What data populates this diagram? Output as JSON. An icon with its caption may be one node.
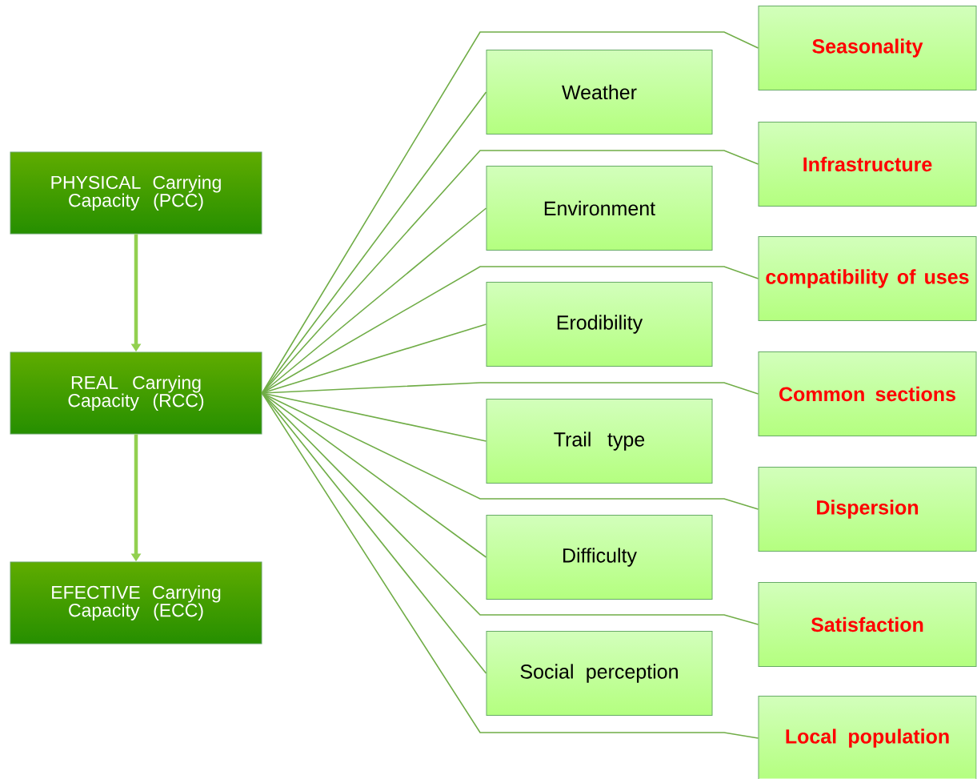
{
  "diagram": {
    "nodes": [
      {
        "text": [
          "PHYSICAL Carrying Capacity (PCC)"
        ]
      },
      {
        "text": [
          "REAL Carrying Capacity (RCC)"
        ]
      },
      {
        "text": [
          "EFECTIVE Carrying Capacity (ECC)"
        ]
      },
      {
        "text": [
          "Weather"
        ]
      },
      {
        "text": [
          "Environment"
        ]
      },
      {
        "text": [
          "Erodibility"
        ]
      },
      {
        "text": [
          "Trail type"
        ]
      },
      {
        "text": [
          "Difficulty"
        ]
      },
      {
        "text": [
          "Social perception"
        ]
      },
      {
        "text": [
          "Seasonality"
        ]
      },
      {
        "text": [
          "Infrastructure"
        ]
      },
      {
        "text": [
          "compatibility of uses"
        ]
      },
      {
        "text": [
          "Common sections"
        ]
      },
      {
        "text": [
          "Dispersion"
        ]
      },
      {
        "text": [
          "Satisfaction"
        ]
      },
      {
        "text": [
          "Local population"
        ]
      }
    ],
    "edges": [
      {
        "from": 0,
        "to": 1,
        "arrow": "to",
        "style": "thick",
        "color": "#92d050"
      },
      {
        "from": 1,
        "to": 2,
        "arrow": "to",
        "style": "thick",
        "color": "#92d050"
      },
      {
        "from": 1,
        "to": 3,
        "arrow": "none"
      },
      {
        "from": 1,
        "to": 4,
        "arrow": "none"
      },
      {
        "from": 1,
        "to": 5,
        "arrow": "none"
      },
      {
        "from": 1,
        "to": 6,
        "arrow": "none"
      },
      {
        "from": 1,
        "to": 7,
        "arrow": "none"
      },
      {
        "from": 1,
        "to": 8,
        "arrow": "none"
      },
      {
        "from": 1,
        "to": 9,
        "arrow": "none"
      },
      {
        "from": 1,
        "to": 10,
        "arrow": "none"
      },
      {
        "from": 1,
        "to": 11,
        "arrow": "none"
      },
      {
        "from": 1,
        "to": 12,
        "arrow": "none"
      },
      {
        "from": 1,
        "to": 13,
        "arrow": "none"
      },
      {
        "from": 1,
        "to": 14,
        "arrow": "none"
      },
      {
        "from": 1,
        "to": 15,
        "arrow": "none"
      }
    ]
  }
}
